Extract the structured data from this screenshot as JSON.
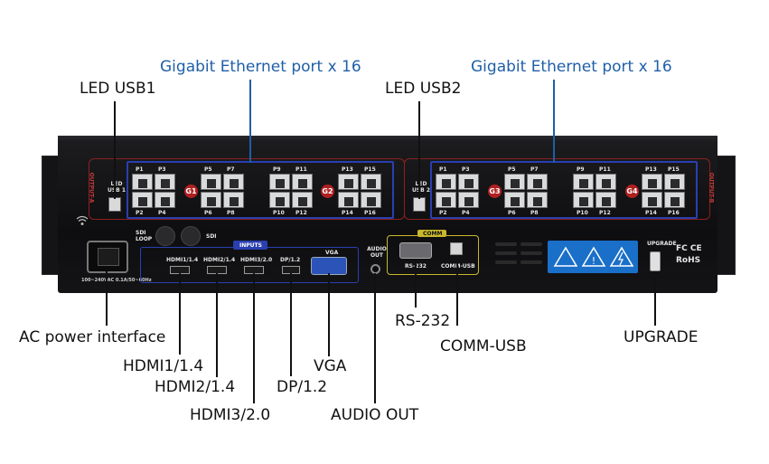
{
  "callouts": {
    "gigabit_left": "Gigabit Ethernet port x 16",
    "gigabit_right": "Gigabit Ethernet port x 16",
    "led_usb1": "LED USB1",
    "led_usb2": "LED USB2",
    "ac_power": "AC power interface",
    "hdmi1": "HDMI1/1.4",
    "hdmi2": "HDMI2/1.4",
    "hdmi3": "HDMI3/2.0",
    "dp": "DP/1.2",
    "vga": "VGA",
    "audio_out": "AUDIO OUT",
    "rs232": "RS-232",
    "comm_usb": "COMM-USB",
    "upgrade": "UPGRADE"
  },
  "device": {
    "output_a": "OUTPUT-A",
    "output_b": "OUTPUT-B",
    "led_usb_1": "LED USB 1",
    "led_usb_2": "LED USB 2",
    "groups": [
      "G1",
      "G2",
      "G3",
      "G4"
    ],
    "port_labels_top_left": [
      "P1",
      "P3",
      "P5",
      "P7",
      "P9",
      "P11",
      "P13",
      "P15"
    ],
    "port_labels_bottom_left": [
      "P2",
      "P4",
      "P6",
      "P8",
      "P10",
      "P12",
      "P14",
      "P16"
    ],
    "port_labels_top_right": [
      "P1",
      "P3",
      "P5",
      "P7",
      "P9",
      "P11",
      "P13",
      "P15"
    ],
    "port_labels_bottom_right": [
      "P2",
      "P4",
      "P6",
      "P8",
      "P10",
      "P12",
      "P14",
      "P16"
    ],
    "sdi_loop": "SDI LOOP",
    "sdi": "SDI",
    "inputs": "INPUTS",
    "hdmi1": "HDMI1/1.4",
    "hdmi2": "HDMI2/1.4",
    "hdmi3": "HDMI3/2.0",
    "dp": "DP/1.2",
    "vga": "VGA",
    "audio_out": "AUDIO OUT",
    "comm": "COMM",
    "rs232": "RS-232",
    "comm_usb": "COMM-USB",
    "upgrade": "UPGRADE",
    "fcce": "FC CE",
    "rohs": "RoHS",
    "power_rating": "100~240VAC  0.1A/50~60Hz"
  }
}
